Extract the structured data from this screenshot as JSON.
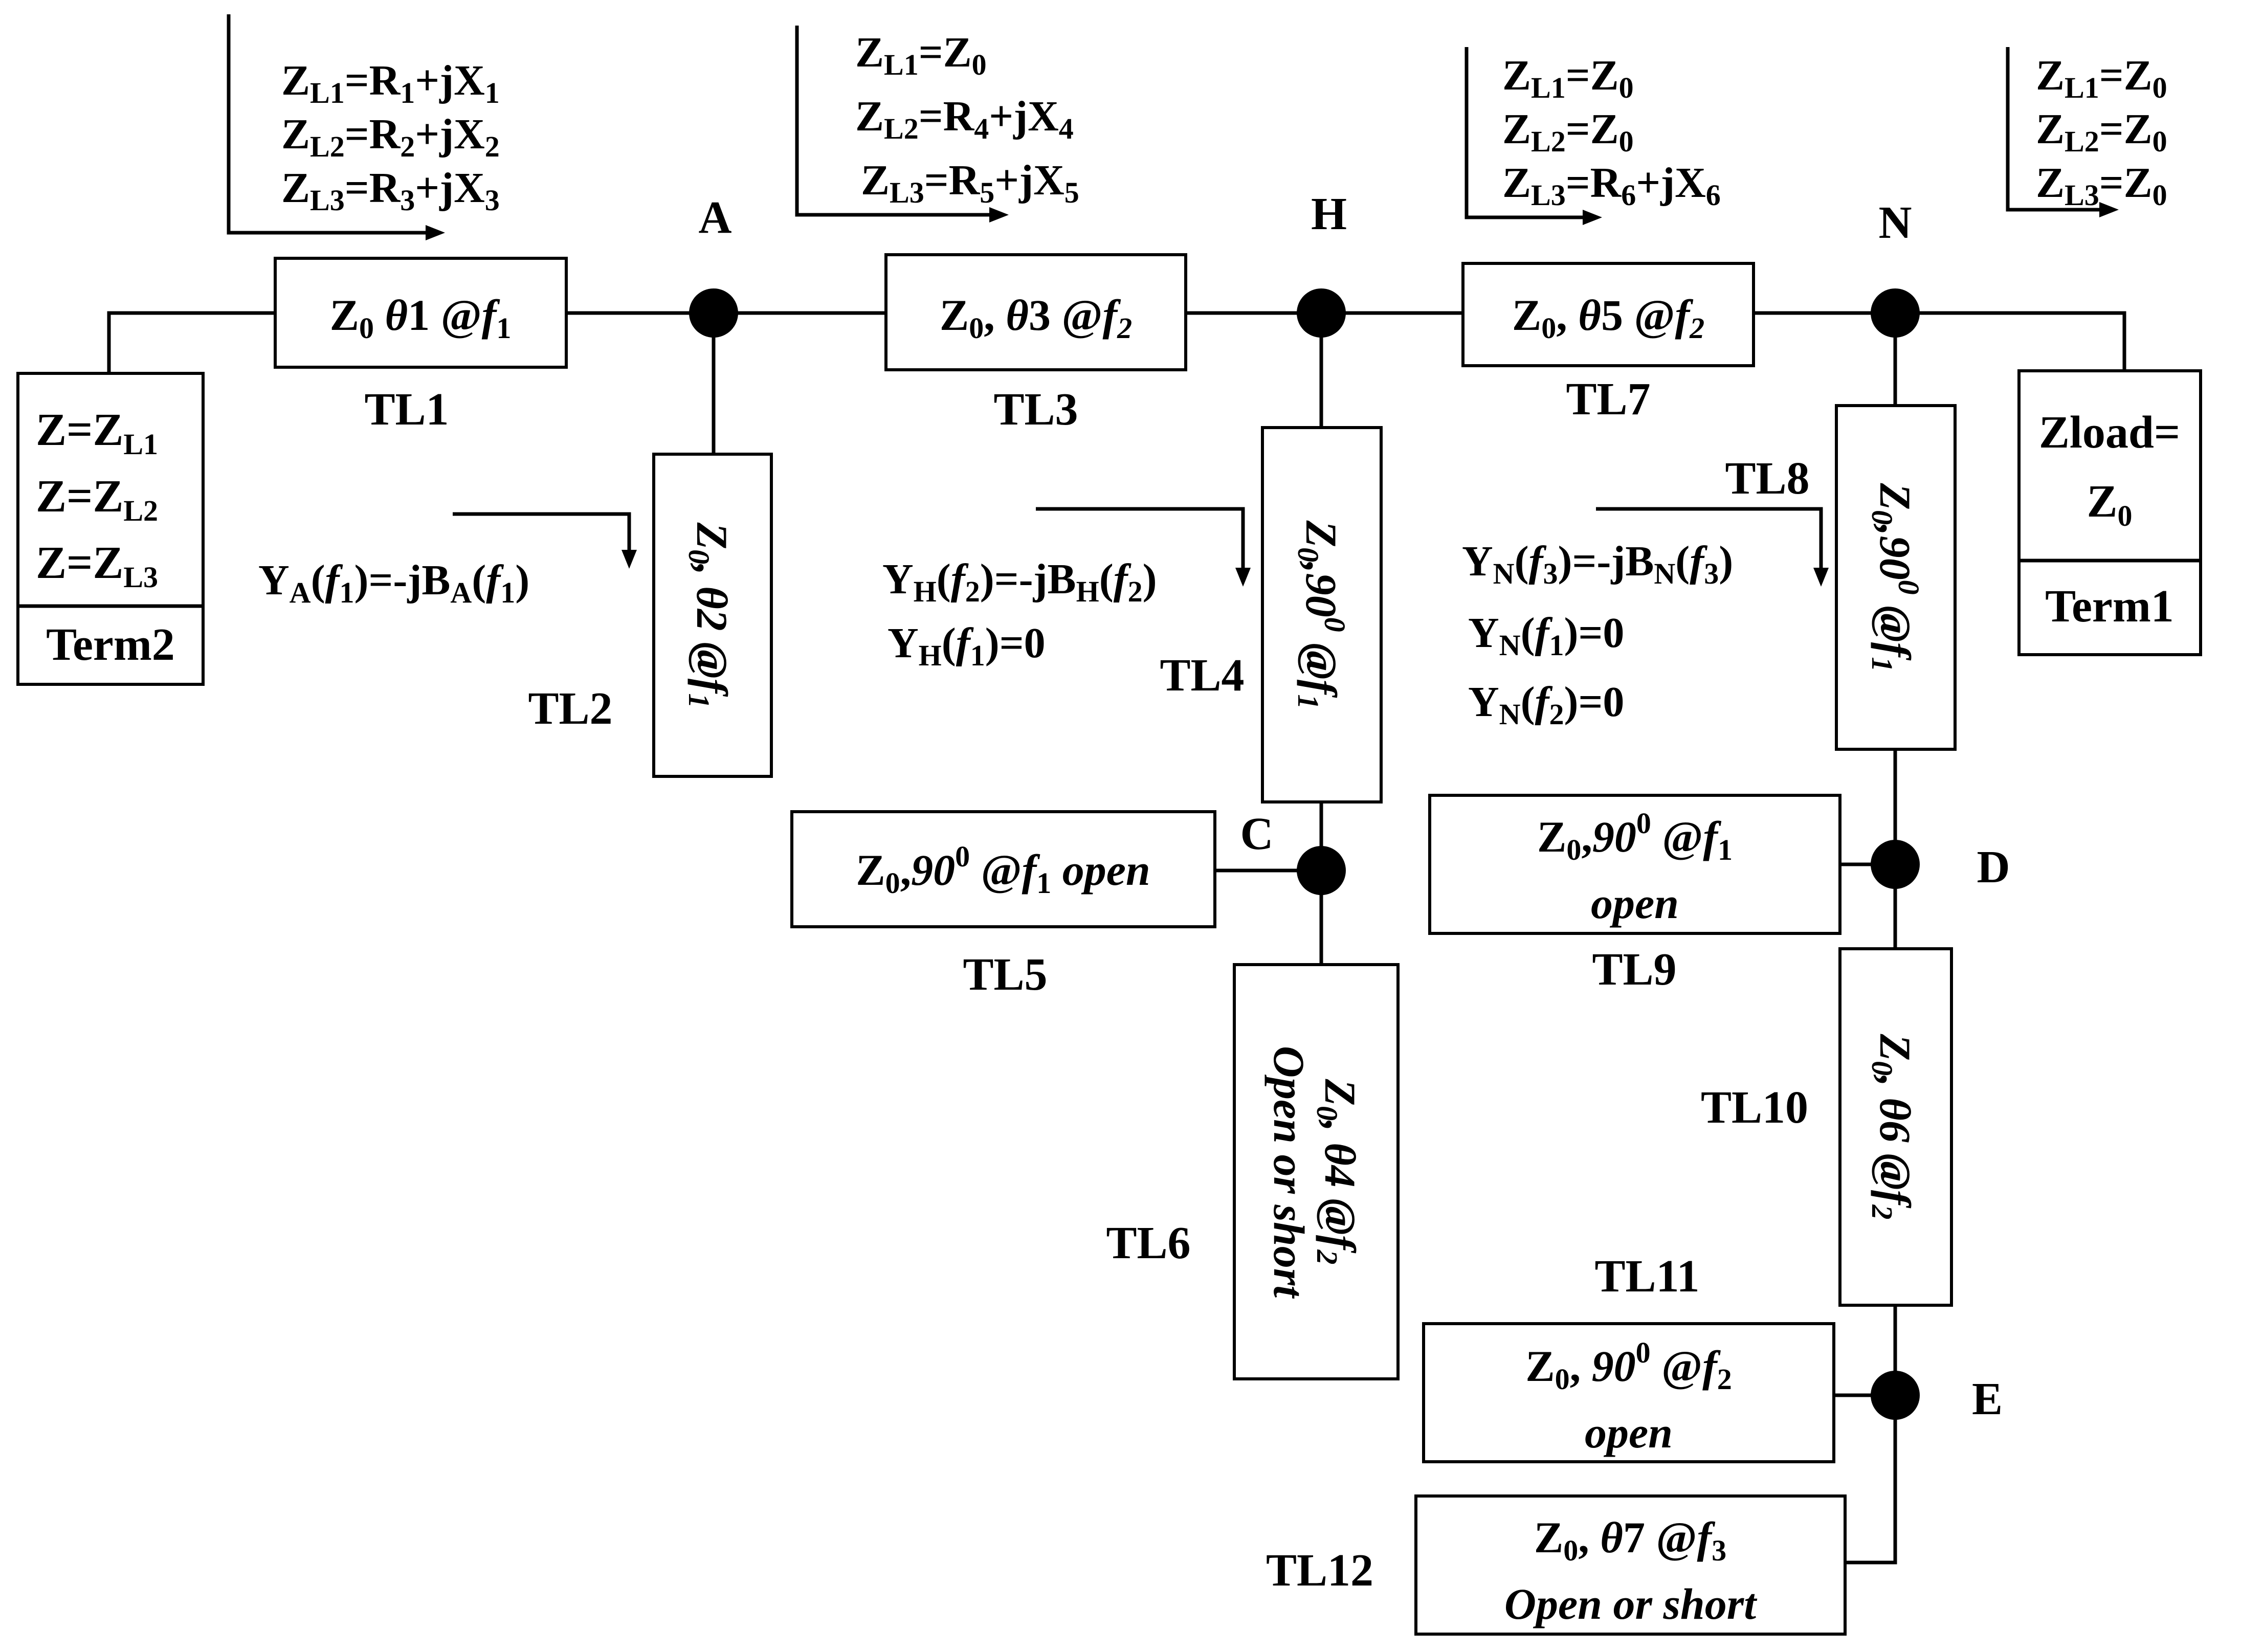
{
  "diagram": {
    "nodes": {
      "A": "A",
      "H": "H",
      "N": "N",
      "C": "C",
      "D": "D",
      "E": "E"
    },
    "lines": {
      "TL1": "TL1",
      "TL2": "TL2",
      "TL3": "TL3",
      "TL4": "TL4",
      "TL5": "TL5",
      "TL6": "TL6",
      "TL7": "TL7",
      "TL8": "TL8",
      "TL9": "TL9",
      "TL10": "TL10",
      "TL11": "TL11",
      "TL12": "TL12"
    },
    "ports": {
      "term2": {
        "label": "Term2",
        "z_prefix": "Z=Z",
        "subs": [
          "L1",
          "L2",
          "L3"
        ]
      },
      "term1": {
        "label": "Term1",
        "line1": "Zload=",
        "line2": "Z",
        "sub": "0"
      }
    },
    "common": {
      "Z": "Z",
      "sub0": "0",
      "comma": ",",
      "at": "@",
      "f": "f",
      "one": "1",
      "two": "2",
      "three": "3",
      "sub1": "1",
      "sub2": "2",
      "sub3": "3",
      "deg90": "90",
      "deg_sup": "0",
      "open": "open",
      "open_or_short": "Open or short",
      "theta": "θ",
      "sub_L1": "L1",
      "sub_L2": "L2",
      "sub_L3": "L3",
      "eq": "=",
      "eq_R": "=R",
      "plus_jX": "+jX",
      "Y": "Y",
      "eq_zero": ")=0",
      "eq_neg_jB": ")=-jB",
      "close": ")",
      "open_paren": "("
    },
    "boxes": {
      "tl1": {
        "theta_n": "1"
      },
      "tl2": {
        "theta_n": "2"
      },
      "tl3": {
        "theta_n": "3"
      },
      "tl6": {
        "theta_n": "4"
      },
      "tl7": {
        "theta_n": "5"
      },
      "tl10": {
        "theta_n": "6"
      },
      "tl12": {
        "theta_n": "7"
      }
    },
    "equations": {
      "g1": [
        "1",
        "2",
        "3"
      ],
      "g1_x": [
        "1",
        "2",
        "3"
      ],
      "g2_x": [
        "4",
        "5"
      ],
      "g3_x": [
        "6"
      ],
      "admit_A": {
        "node": "A"
      },
      "admit_H": {
        "node": "H"
      },
      "admit_N": {
        "node": "N"
      }
    }
  }
}
